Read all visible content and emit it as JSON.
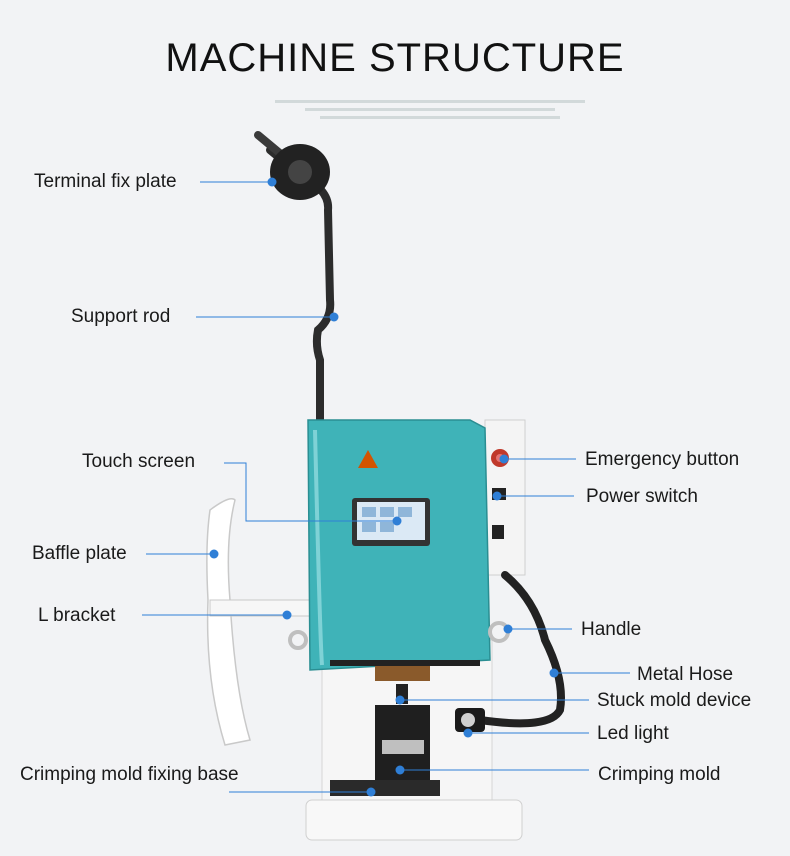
{
  "title": "MACHINE STRUCTURE",
  "labels": {
    "terminal_fix_plate": "Terminal fix plate",
    "support_rod": "Support rod",
    "touch_screen": "Touch screen",
    "baffle_plate": "Baffle plate",
    "l_bracket": "L bracket",
    "crimping_mold_fixing_base": "Crimping mold fixing base",
    "emergency_button": "Emergency button",
    "power_switch": "Power switch",
    "handle": "Handle",
    "metal_hose": "Metal Hose",
    "stuck_mold_device": "Stuck mold device",
    "led_light": "Led light",
    "crimping_mold": "Crimping mold"
  },
  "colors": {
    "accent": "#2f7fd6",
    "machine_body": "#3fb3b8",
    "background": "#f2f3f5"
  }
}
